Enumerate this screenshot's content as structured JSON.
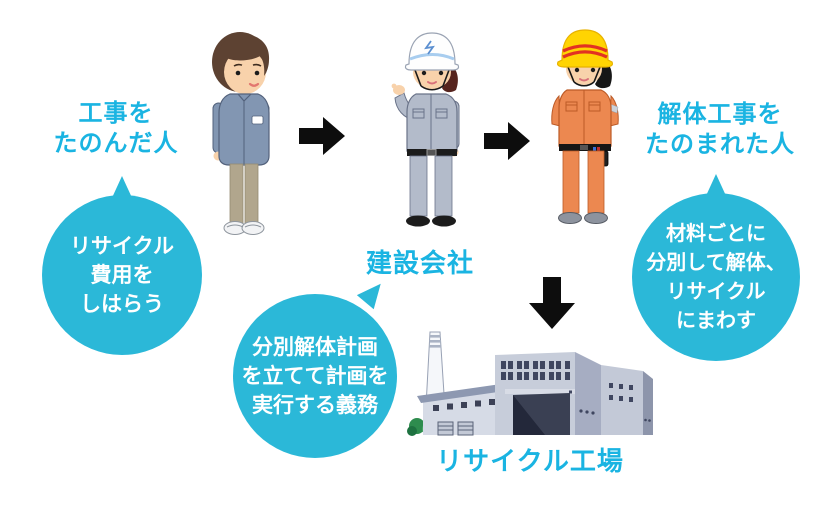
{
  "labels": {
    "client_line1": "工事を",
    "client_line2": "たのんだ人",
    "company": "建設会社",
    "worker_line1": "解体工事を",
    "worker_line2": "たのまれた人",
    "factory": "リサイクル工場"
  },
  "bubbles": {
    "client": {
      "lines": [
        "リサイクル",
        "費用を",
        "しはらう"
      ]
    },
    "company": {
      "lines": [
        "分別解体計画",
        "を立てて計画を",
        "実行する義務"
      ]
    },
    "worker": {
      "lines": [
        "材料ごとに",
        "分別して解体、",
        "リサイクル",
        "にまわす"
      ]
    }
  },
  "icons": {
    "arrow_client_to_company": "arrow-right",
    "arrow_company_to_worker": "arrow-right",
    "arrow_worker_to_factory": "arrow-down"
  },
  "colors": {
    "accent_label": "#1ab4e2",
    "bubble_fill": "#2bb8d8",
    "bubble_text": "#ffffff",
    "arrow": "#0d0d0d",
    "client_jacket": "#8296b2",
    "client_pants": "#b1a68d",
    "company_uniform": "#b3bbca",
    "company_helmet": "#fefefe",
    "worker_uniform": "#ec8850",
    "worker_helmet": "#ffd402",
    "factory_wall": "#c7cdda",
    "factory_window": "#3f4660"
  }
}
